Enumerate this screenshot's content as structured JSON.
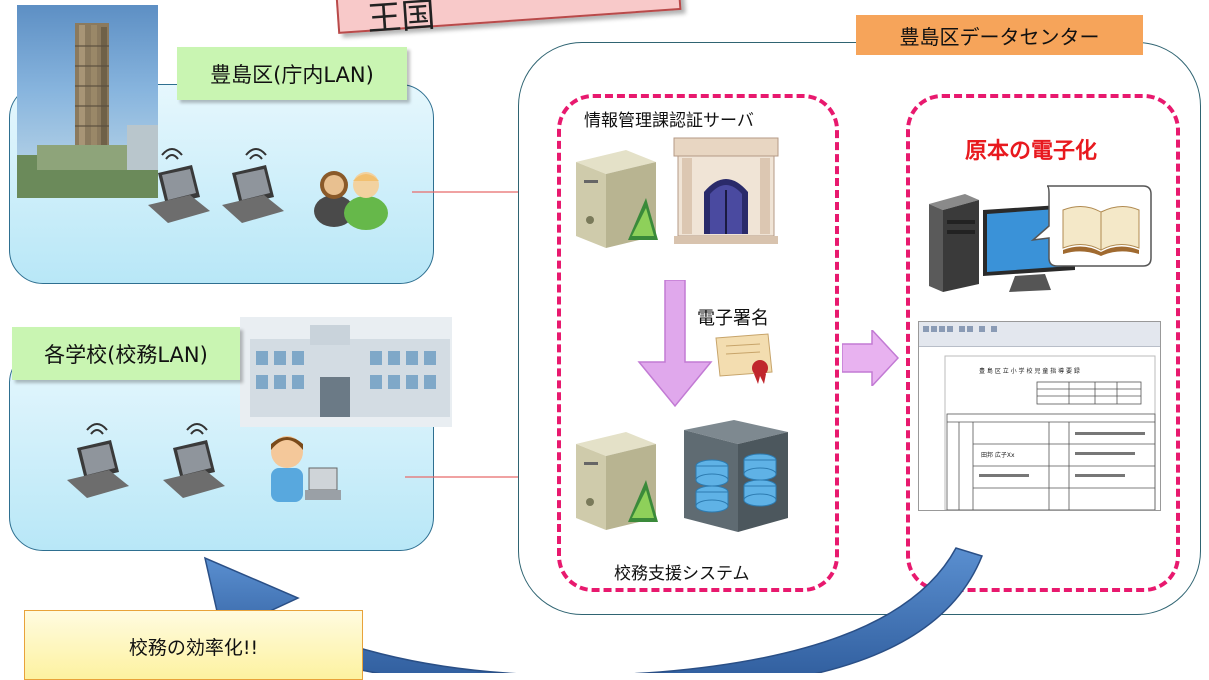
{
  "banner": {
    "text": "王国"
  },
  "lan_boxes": {
    "toshima": {
      "label": "豊島区(庁内LAN)"
    },
    "school": {
      "label": "各学校(校務LAN)"
    }
  },
  "datacenter": {
    "title": "豊島区データセンター",
    "auth_server_label": "情報管理課認証サーバ",
    "signature_label": "電子署名",
    "school_system_label": "校務支援システム",
    "digitize_label": "原本の電子化"
  },
  "efficiency": {
    "label": "校務の効率化!!"
  },
  "document": {
    "heading": "豊 島 区 立   小 学 校 児 童 指 導 要 録",
    "name_value": "田邦 広子Xx"
  },
  "colors": {
    "lan_border": "#2e6f90",
    "dash_pink": "#e8196e",
    "orange_label": "#f6a45a",
    "green_label": "#c9f5b2",
    "digitize_red": "#e8191e",
    "big_arrow": "#3b6fb0",
    "signature_arrow": "#e0a8ec"
  }
}
